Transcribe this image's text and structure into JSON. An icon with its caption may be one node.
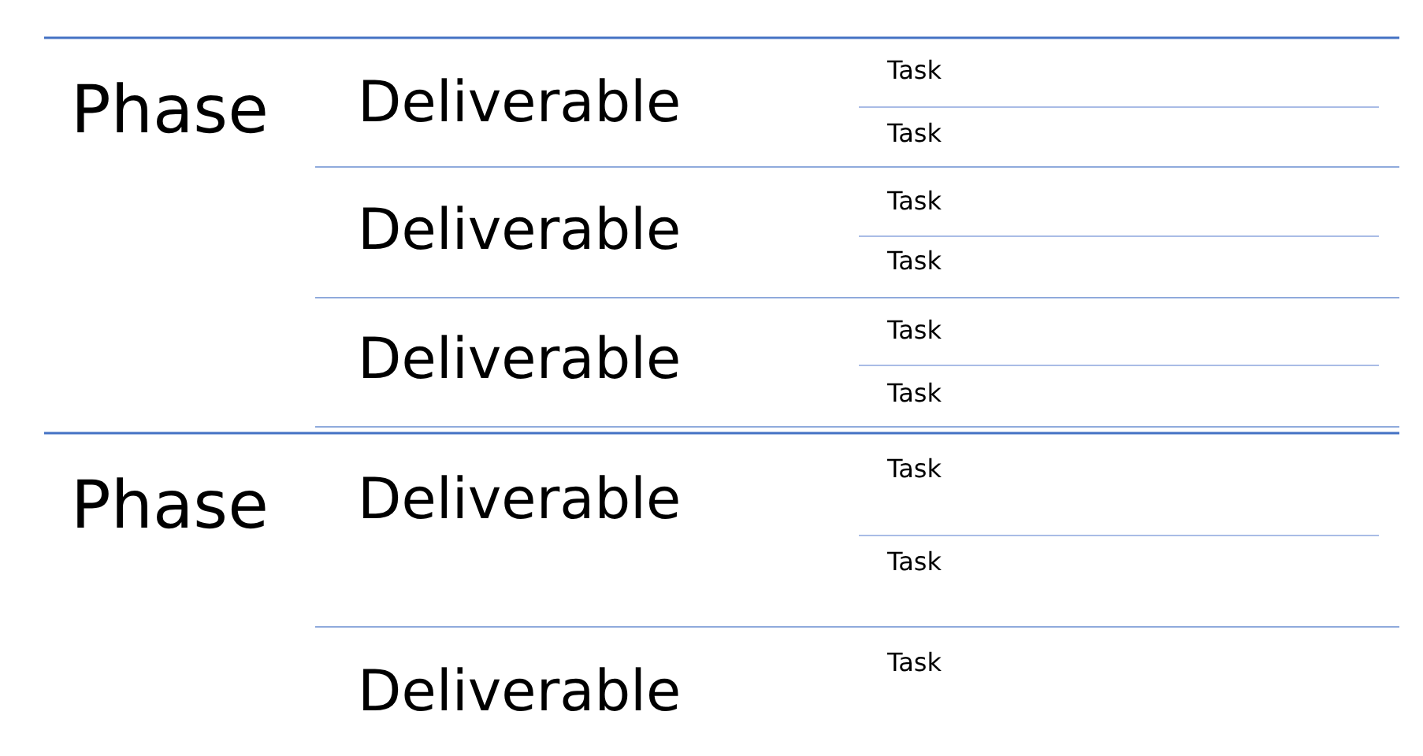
{
  "diagram": {
    "labels": [
      "Phase",
      "Deliverable",
      "Task",
      "Task",
      "Deliverable",
      "Task",
      "Task",
      "Deliverable",
      "Task",
      "Task",
      "Phase",
      "Deliverable",
      "Task",
      "Task",
      "Deliverable",
      "Task"
    ]
  }
}
